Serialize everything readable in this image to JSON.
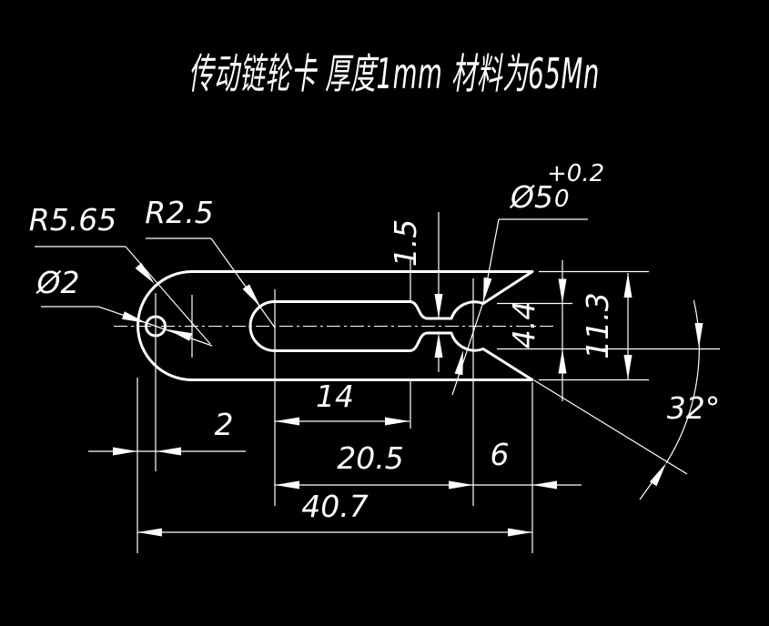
{
  "title": "传动链轮卡  厚度1mm  材料为65Mn",
  "colors": {
    "background": "#000000",
    "line": "#ffffff"
  },
  "dimensions": {
    "outer_radius": "R5.65",
    "slot_radius": "R2.5",
    "small_hole_dia": "Ø2",
    "big_hole_dia": "Ø5",
    "big_hole_tol_upper": "+0.2",
    "big_hole_tol_lower": "0",
    "neck_gap": "1.5",
    "mouth_opening": "4.4",
    "overall_height": "11.3",
    "slot_length": "14",
    "hole_edge_offset": "2",
    "slot_to_hole_center": "20.5",
    "hole_center_to_tip": "6",
    "overall_length": "40.7",
    "mouth_angle": "32°"
  }
}
